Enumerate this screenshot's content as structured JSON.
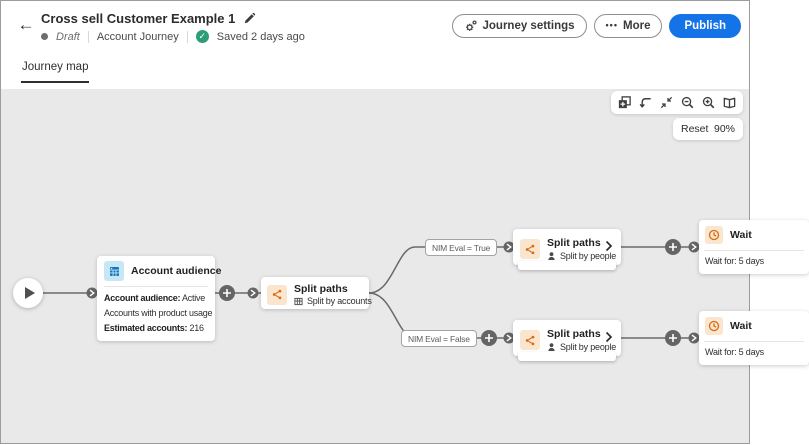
{
  "colors": {
    "accent_blue": "#1473E6",
    "positive_green": "#2D9D78",
    "node_orange": "#D96B12",
    "orange_tile_bg": "#FAE6CF",
    "blue_tile_bg": "#C8E7F5",
    "connector_gray": "#6A6A6A",
    "canvas_bg": "#E9E9E9"
  },
  "icons": {
    "back": "←",
    "more_dots": "•••",
    "check": "✓"
  },
  "header": {
    "title": "Cross sell Customer Example 1",
    "status_label": "Draft",
    "journey_type": "Account Journey",
    "saved_label": "Saved 2 days ago",
    "journey_settings_label": "Journey settings",
    "more_label": "More",
    "publish_label": "Publish"
  },
  "tabs": {
    "journey_map_label": "Journey map"
  },
  "toolbar": {
    "icon_names": [
      "duplicate",
      "auto-arrange",
      "collapse",
      "zoom-out",
      "zoom-in",
      "map-view"
    ],
    "reset_label": "Reset",
    "zoom_level": "90%"
  },
  "flow": {
    "audience": {
      "title": "Account audience",
      "line1_label": "Account audience:",
      "line1_rest": " Active",
      "line2": "Accounts with product usage",
      "line3_label": "Estimated accounts:",
      "line3_rest": " 216"
    },
    "split_accounts": {
      "title": "Split paths",
      "subtitle": "Split by accounts"
    },
    "split_people": {
      "title": "Split paths",
      "subtitle": "Split by people"
    },
    "wait": {
      "title": "Wait",
      "body": "Wait for: 5 days"
    },
    "branch_true_label": "NIM Eval = True",
    "branch_false_label": "NIM Eval = False"
  }
}
